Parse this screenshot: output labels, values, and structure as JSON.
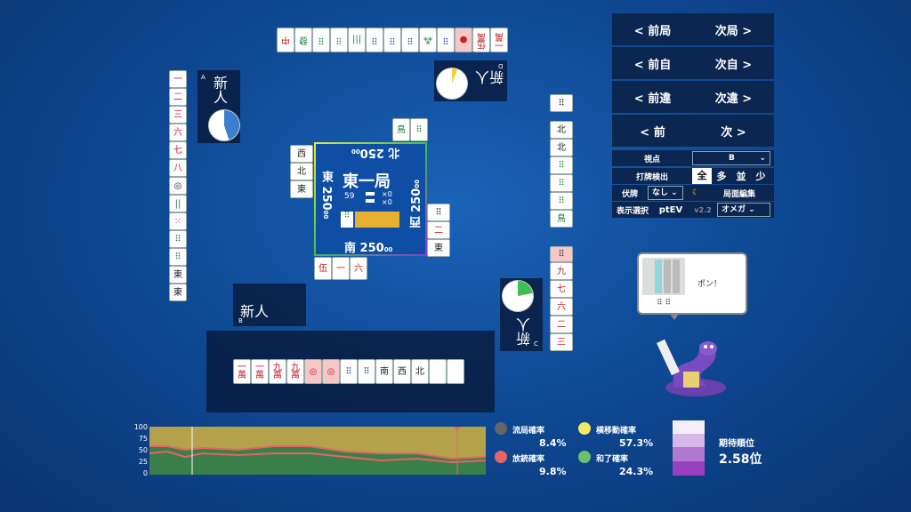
{
  "nav": {
    "prev_round": "< 前局",
    "next_round": "次局 >",
    "prev_self": "< 前自",
    "next_self": "次自 >",
    "prev_diff": "< 前違",
    "next_diff": "次違 >",
    "prev": "< 前",
    "next": "次 >"
  },
  "controls": {
    "viewpoint_label": "視点",
    "viewpoint_value": "B",
    "detect_label": "打牌検出",
    "detect_options": [
      "全",
      "多",
      "並",
      "少"
    ],
    "fuse_label": "伏牌",
    "fuse_value": "なし",
    "moon_icon": "☾",
    "edit_label": "局面編集",
    "display_label": "表示選択",
    "display_value": "ptEV",
    "version": "v2.2",
    "omega_value": "オメガ"
  },
  "table": {
    "round": "東一局",
    "remaining": "59",
    "honba": "×0",
    "kyotaku": "×0",
    "east": {
      "wind": "東",
      "score": "250",
      "sub": "00"
    },
    "north": {
      "wind": "北",
      "score": "250",
      "sub": "00"
    },
    "west": {
      "wind": "西",
      "score": "250",
      "sub": "00"
    },
    "south": {
      "wind": "南",
      "score": "250",
      "sub": "00"
    }
  },
  "players": {
    "top": {
      "name": "新人",
      "seat": "D"
    },
    "left": {
      "name": "新人",
      "seat": "A"
    },
    "right": {
      "name": "新人",
      "seat": "C"
    },
    "self": {
      "name": "新人",
      "seat": "B"
    }
  },
  "hand": [
    "一\n萬",
    "一\n萬",
    "九\n萬",
    "九\n萬",
    "◎",
    "◎",
    "⠿",
    "⠿",
    "南",
    "西",
    "北",
    "",
    ""
  ],
  "speech": "ポン！",
  "stats": {
    "ryukyoku_label": "流局確率",
    "ryukyoku_val": "8.4%",
    "yoko_label": "横移動確率",
    "yoko_val": "57.3%",
    "houju_label": "放銃確率",
    "houju_val": "9.8%",
    "hora_label": "和了確率",
    "hora_val": "24.3%",
    "expected_label": "期待順位",
    "expected_val": "2.58位",
    "colors": {
      "ryukyoku": "#666666",
      "yoko": "#f2e96a",
      "houju": "#e86464",
      "hora": "#6cc070"
    }
  },
  "graph": {
    "yticks": [
      "100",
      "75",
      "50",
      "25",
      "0"
    ]
  }
}
